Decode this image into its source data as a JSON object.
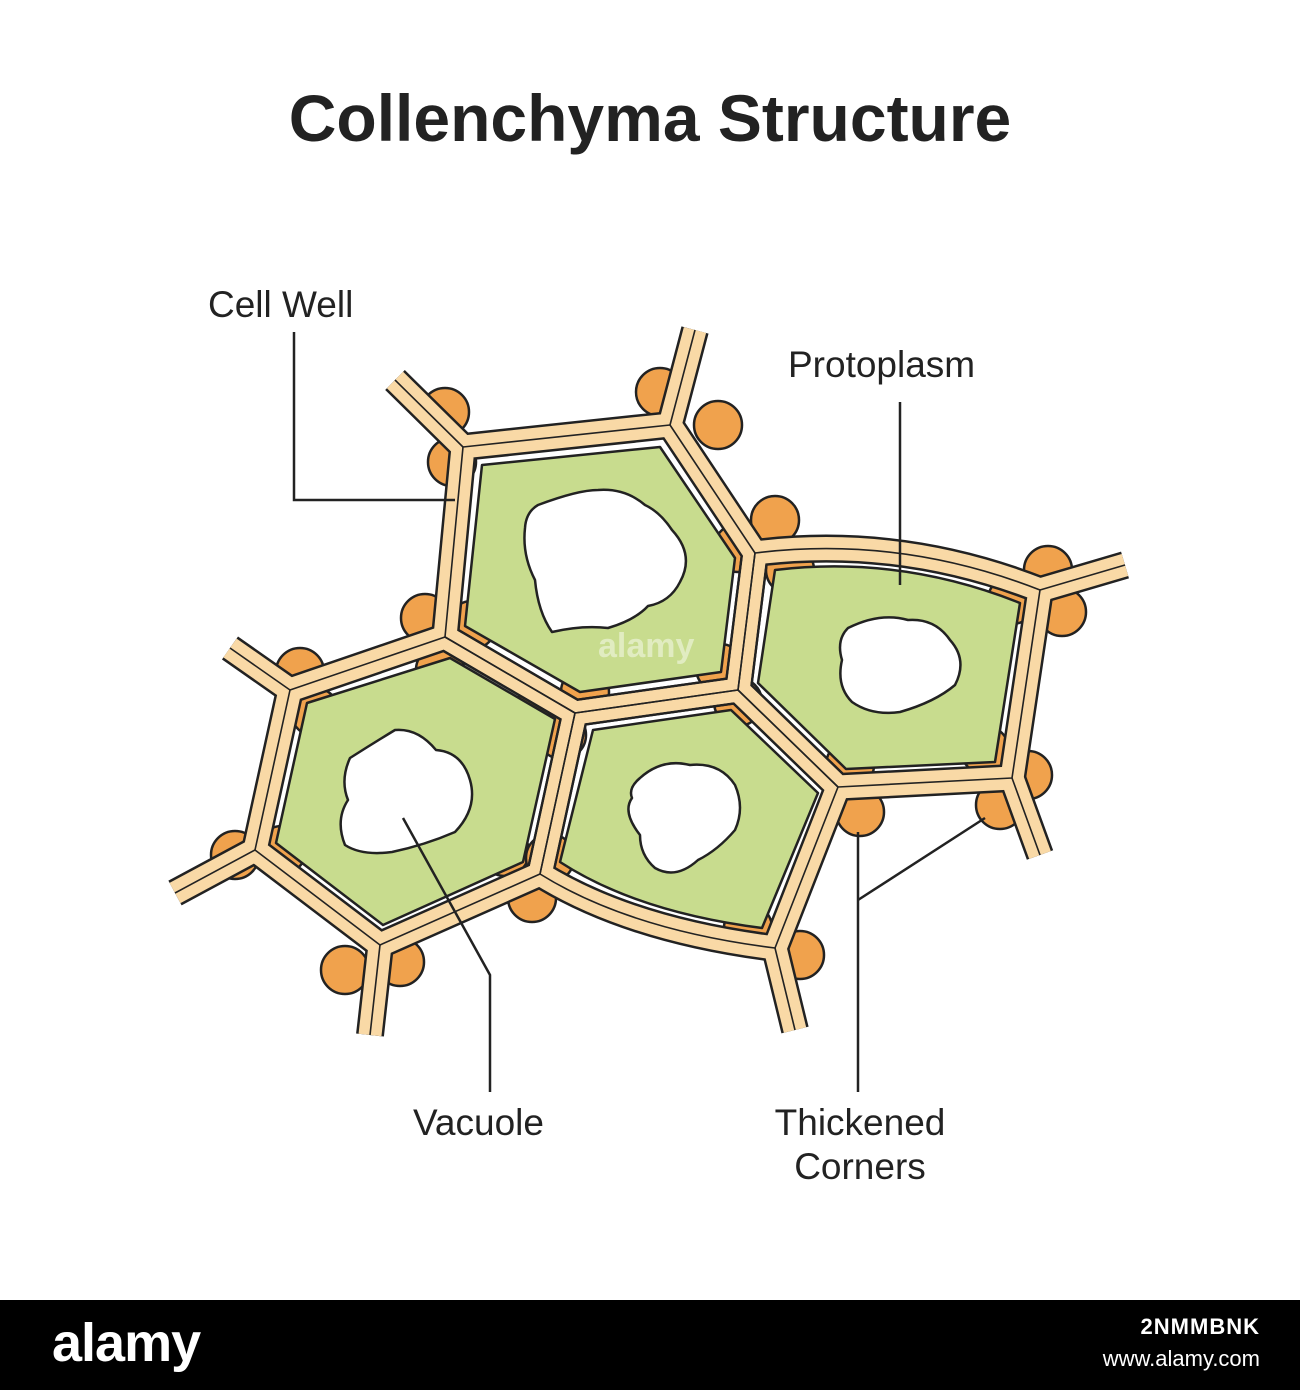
{
  "title": "Collenchyma Structure",
  "labels": {
    "cell_wall": "Cell Well",
    "protoplasm": "Protoplasm",
    "vacuole": "Vacuole",
    "thickened_corners_line1": "Thickened",
    "thickened_corners_line2": "Corners"
  },
  "watermark": "alamy",
  "footer": {
    "brand": "alamy",
    "image_code": "2NMMBNK",
    "site": "www.alamy.com"
  },
  "colors": {
    "background": "#ffffff",
    "wall": "#f9d9a6",
    "corners": "#f0a24d",
    "protoplasm": "#c8dc8e",
    "vacuole": "#ffffff",
    "outline": "#222222",
    "footer": "#000000"
  }
}
